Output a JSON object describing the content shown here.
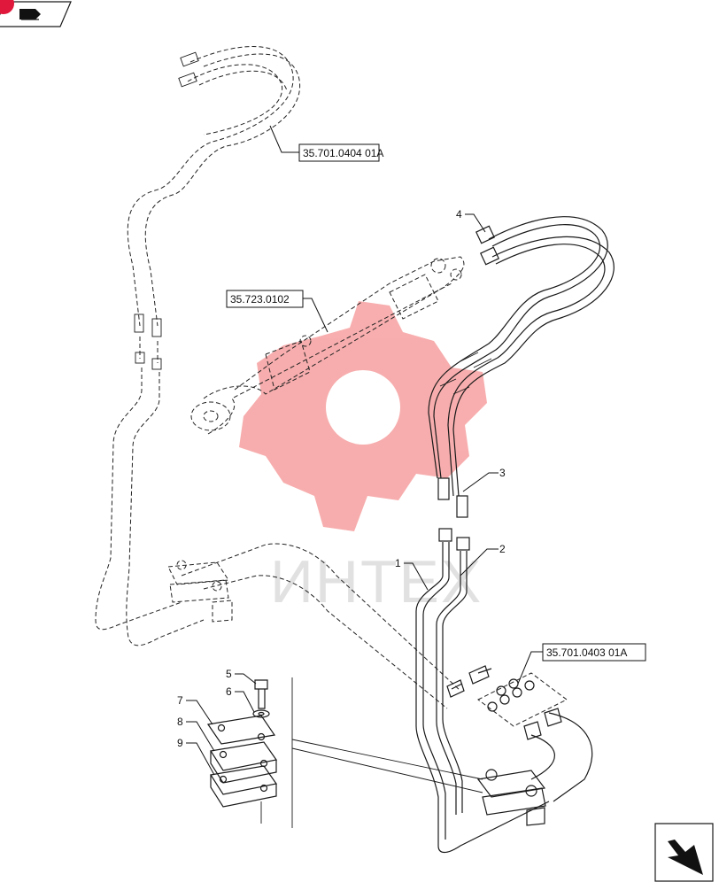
{
  "watermark": {
    "text": "ИНТЕХ",
    "color": "#f04a4a"
  },
  "corner_badge": {
    "color": "#e0183c"
  },
  "references": [
    {
      "id": "ref-hose-upper",
      "text": "35.701.0404 01A"
    },
    {
      "id": "ref-cylinder",
      "text": "35.723.0102"
    },
    {
      "id": "ref-valve",
      "text": "35.701.0403 01A"
    }
  ],
  "callouts": [
    "1",
    "2",
    "3",
    "4",
    "5",
    "6",
    "7",
    "8",
    "9"
  ],
  "icons": {
    "top_left": "navigate-back-icon",
    "bottom_right": "next-page-arrow-icon"
  }
}
